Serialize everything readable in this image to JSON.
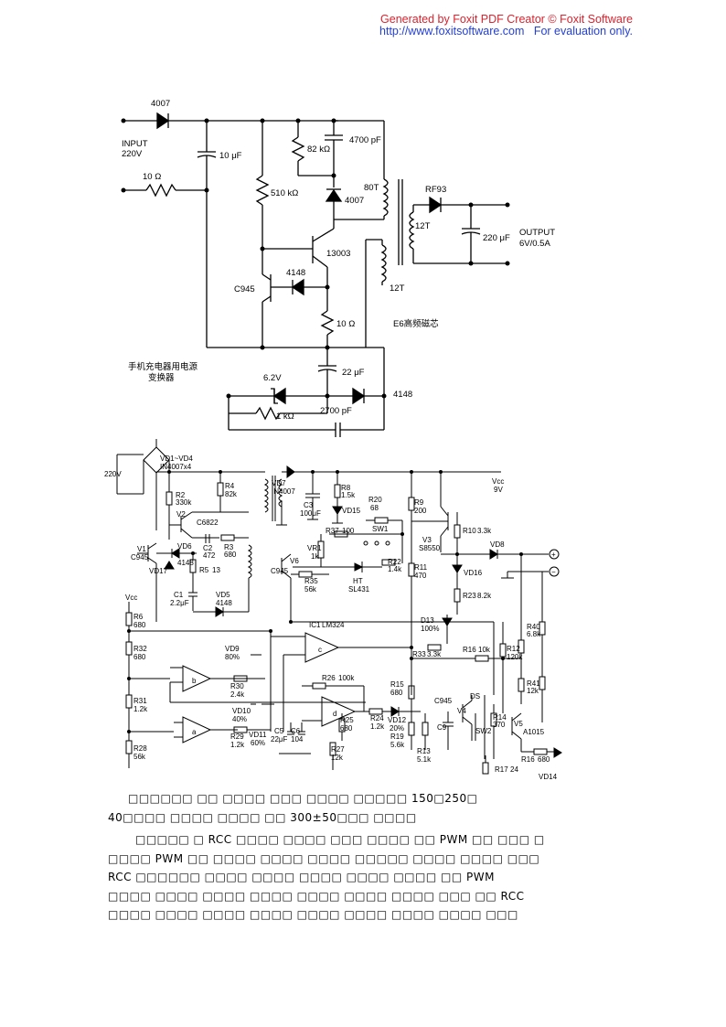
{
  "watermark": {
    "line1": "Generated by Foxit PDF Creator © Foxit Software",
    "line2": "http://www.foxitsoftware.com   For evaluation only."
  },
  "circuit1": {
    "diode_in": "4007",
    "input": "INPUT",
    "input_v": "220V",
    "cap_in": "10 μF",
    "res_in": "10 Ω",
    "res_82k": "82 kΩ",
    "cap_4700": "4700 pF",
    "turns_80": "80T",
    "diode_4007b": "4007",
    "res_510k": "510 kΩ",
    "rf93": "RF93",
    "turns_12a": "12T",
    "cap_220": "220 μF",
    "output": "OUTPUT",
    "output_v": "6V/0.5A",
    "q13003": "13003",
    "c945": "C945",
    "d4148": "4148",
    "turns_12b": "12T",
    "res_10": "10 Ω",
    "core": "E6高频磁芯",
    "title1": "手机充电器用电源",
    "title2": "变换器",
    "zener": "6.2V",
    "cap_22": "22 μF",
    "d4148b": "4148",
    "res_1k": "1 kΩ",
    "cap_2700": "2700 pF"
  },
  "circuit2": {
    "ac_in": "220V",
    "bridge": "VD1~VD4",
    "bridge_type": "IN4007x4",
    "vd7": "VD7",
    "vd7_type": "IN4007",
    "vcc_out": "Vcc",
    "v9": "9V",
    "r2": "R2",
    "r2v": "330k",
    "r4": "R4",
    "r4v": "82k",
    "r8": "R8",
    "r8v": "1.5k",
    "vd15": "VD15",
    "c3": "C3",
    "c3v": "100μF",
    "v2": "V2",
    "c6822": "C6822",
    "c2": "C2",
    "c2v": "472",
    "r3": "R3",
    "r3v": "680",
    "v1": "V1",
    "c945a": "C945",
    "vd6": "VD6",
    "vd6v": "4148",
    "vd17": "VD17",
    "r5": "R5",
    "r5v": "13",
    "c1": "C1",
    "c1v": "2.2μF",
    "vd5": "VD5",
    "vd5v": "4148",
    "r20": "R20",
    "r20v": "68",
    "r37": "R37",
    "r37v": "100",
    "sw1": "SW1",
    "vr1": "VR1",
    "vr1v": "1k",
    "r22": "R22",
    "r22v": "1.4k",
    "v6": "V6",
    "c945b": "C945",
    "r35": "R35",
    "r35v": "56k",
    "ht": "HT",
    "tl431": "SL431",
    "r9": "R9",
    "r9v": "200",
    "v3": "V3",
    "s8550": "S8550",
    "r10": "R10",
    "r10v": "3.3k",
    "vd8": "VD8",
    "plus": "+",
    "minus": "−",
    "r11": "R11",
    "r11v": "470",
    "vd16": "VD16",
    "r23": "R23",
    "r23v": "8.2k",
    "vcc": "Vcc",
    "r6": "R6",
    "r6v": "680",
    "ic1": "IC1",
    "lm324": "LM324",
    "d13": "D13",
    "d13v": "100%",
    "r40": "R40",
    "r40v": "6.8k",
    "r32": "R32",
    "r32v": "680",
    "vd9": "VD9",
    "vd9v": "80%",
    "r33": "R33",
    "r33v": "3.3k",
    "r16b": "R16",
    "r16bv": "10k",
    "r12": "R12",
    "r12v": "120k",
    "r30": "R30",
    "r30v": "2.4k",
    "r26": "R26",
    "r26v": "100k",
    "r41": "R41",
    "r41v": "12k",
    "r31": "R31",
    "r31v": "1.2k",
    "vd10": "VD10",
    "vd10v": "40%",
    "r15": "R15",
    "r15v": "680",
    "c945c": "C945",
    "v4": "V4",
    "ds": "DS",
    "r14": "R14",
    "r14v": "370",
    "v5": "V5",
    "a1015": "A1015",
    "vd11": "VD11",
    "vd11v": "60%",
    "c5": "C5",
    "c5v": "22μF",
    "c6": "C6",
    "c6v": "104",
    "r25": "R25",
    "r25v": "680",
    "r24": "R24",
    "r24v": "1.2k",
    "vd12": "VD12",
    "vd12v": "20%",
    "r19": "R19",
    "r19v": "5.6k",
    "c9": "C9",
    "sw2": "SW2",
    "r28": "R28",
    "r28v": "56k",
    "r29": "R29",
    "r29v": "1.2k",
    "r27": "R27",
    "r27v": "12k",
    "r13": "R13",
    "r13v": "5.1k",
    "r16": "R16",
    "r16v": "680",
    "r17": "R17",
    "r17v": "24",
    "vd14": "VD14",
    "amp_a": "a",
    "amp_b": "b",
    "amp_c": "c",
    "amp_d": "d"
  },
  "body": {
    "p1_l1": "□□□□□□ □□ □□□□ □□□ □□□□ □□□□□ 150□250□",
    "p1_l2": "40□□□□ □□□□ □□□□ □□ 300±50□□□ □□□□",
    "p2_l1": "□□□□□ □ RCC □□□□ □□□□ □□□ □□□□ □□ PWM □□ □□□ □",
    "p2_l2": "□□□□ PWM □□ □□□□ □□□□ □□□□ □□□□□ □□□□ □□□□ □□□",
    "p2_l3": "RCC □□□□□□ □□□□ □□□□ □□□□ □□□□ □□□□ □□ PWM",
    "p2_l4": "□□□□ □□□□ □□□□ □□□□ □□□□ □□□□ □□□□ □□□ □□ RCC",
    "p2_l5": "□□□□ □□□□ □□□□ □□□□ □□□□ □□□□ □□□□ □□□□ □□□"
  }
}
